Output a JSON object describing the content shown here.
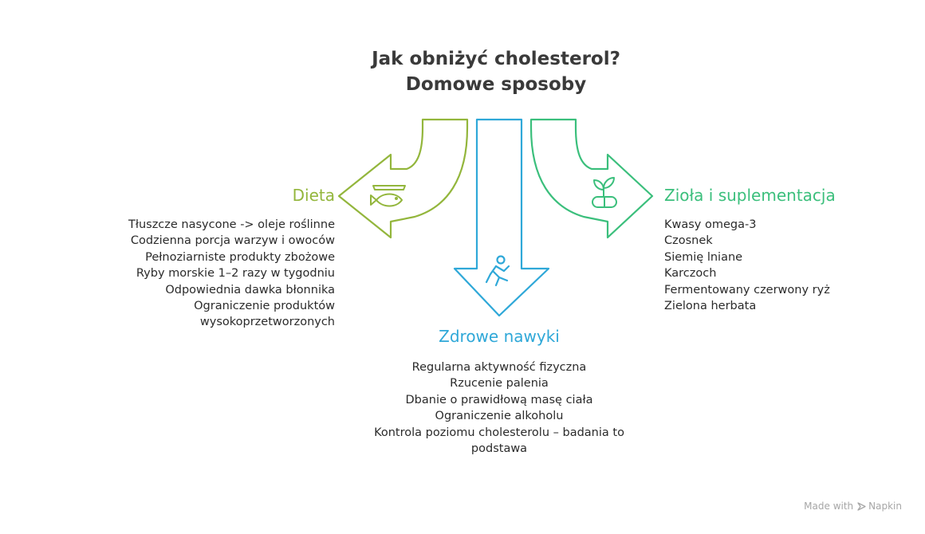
{
  "title": {
    "line1": "Jak obniżyć cholesterol?",
    "line2": "Domowe sposoby"
  },
  "colors": {
    "dieta": "#93b63c",
    "nawyki": "#2fa8d8",
    "ziola": "#3bbf7c",
    "title": "#3a3a3a",
    "text": "#2b2b2b",
    "footer": "#a6a6a6"
  },
  "sections": {
    "dieta": {
      "heading": "Dieta",
      "icon": "fish-plate-icon",
      "items": [
        "Tłuszcze nasycone -> oleje roślinne",
        "Codzienna porcja warzyw i owoców",
        "Pełnoziarniste produkty zbożowe",
        "Ryby morskie 1–2 razy w tygodniu",
        "Odpowiednia dawka błonnika",
        "Ograniczenie produktów",
        "wysokoprzetworzonych"
      ]
    },
    "nawyki": {
      "heading": "Zdrowe nawyki",
      "icon": "running-person-icon",
      "items": [
        "Regularna aktywność fizyczna",
        "Rzucenie palenia",
        "Dbanie o prawidłową masę ciała",
        "Ograniczenie alkoholu",
        "Kontrola poziomu cholesterolu – badania to podstawa"
      ]
    },
    "ziola": {
      "heading": "Zioła i suplementacja",
      "icon": "sprout-pill-icon",
      "items": [
        "Kwasy omega-3",
        "Czosnek",
        "Siemię lniane",
        "Karczoch",
        "Fermentowany czerwony ryż",
        "Zielona herbata"
      ]
    }
  },
  "footer": {
    "made_with": "Made with",
    "brand": "Napkin",
    "icon": "napkin-logo-icon"
  }
}
